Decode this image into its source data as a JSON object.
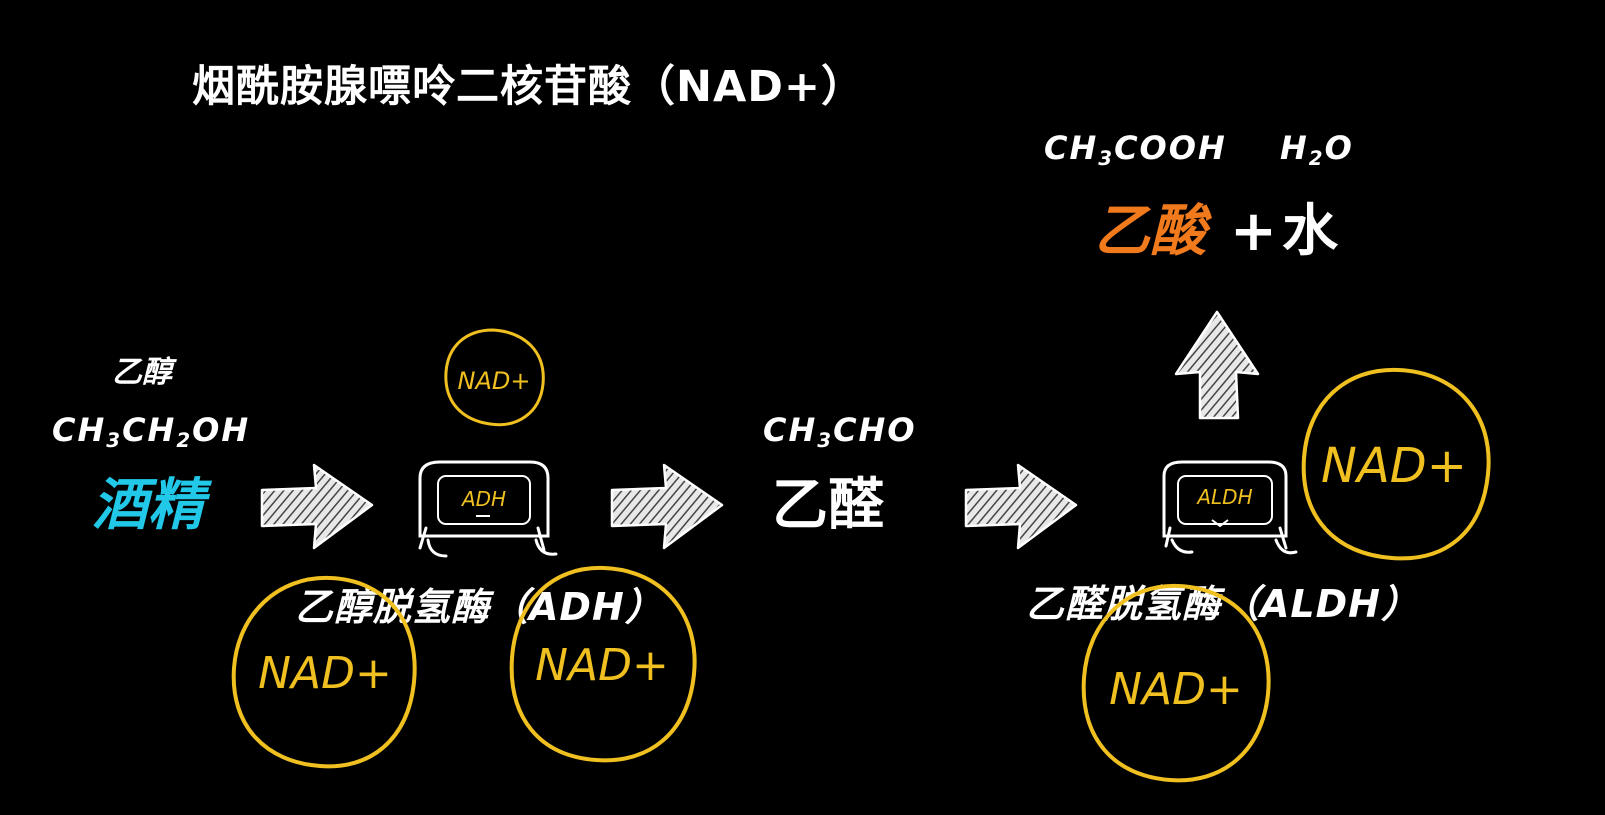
{
  "title": "烟酰胺腺嘌呤二核苷酸（NAD+）",
  "products": {
    "formula_acid_main": "CH",
    "formula_acid_sub": "3",
    "formula_acid_rest": "COOH",
    "formula_water_main": "H",
    "formula_water_sub": "2",
    "formula_water_rest": "O",
    "acid_name": "乙酸",
    "plus": "+",
    "water_name": "水"
  },
  "ethanol": {
    "name": "乙醇",
    "f1": "CH",
    "f1_sub": "3",
    "f2": "CH",
    "f2_sub": "2",
    "f3": "OH",
    "common_name": "酒精"
  },
  "acetaldehyde": {
    "f1": "CH",
    "f1_sub": "3",
    "f2": "CHO",
    "name": "乙醛"
  },
  "enzymes": {
    "adh_box": "ADH",
    "adh_label": "乙醇脱氢酶（ADH）",
    "aldh_box": "ALDH",
    "aldh_label": "乙醛脱氢酶（ALDH）"
  },
  "cofactor": {
    "label_small": "NAD+",
    "label_1": "NAD+",
    "label_2": "NAD+",
    "label_3": "NAD+",
    "label_4": "NAD+"
  },
  "colors": {
    "background": "#000000",
    "text": "#ffffff",
    "alcohol_highlight": "#21c8e8",
    "acid_highlight": "#f07a1c",
    "nad_ring": "#f0c020",
    "enzyme_text": "#f0c020"
  }
}
